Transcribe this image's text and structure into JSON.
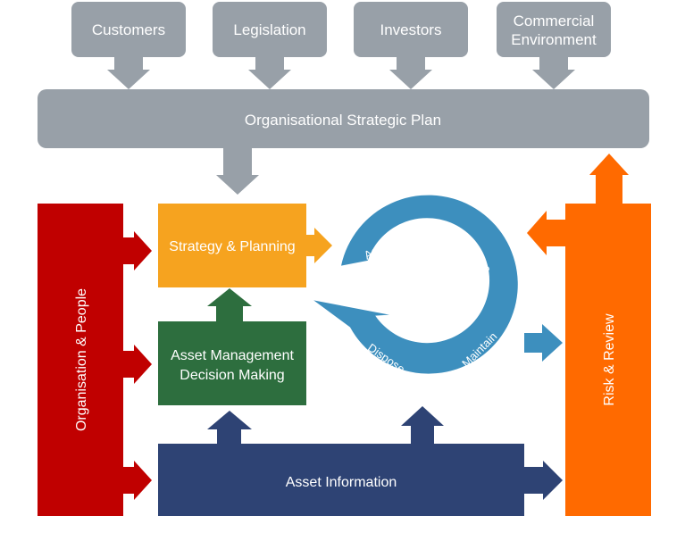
{
  "inputs": [
    {
      "id": "customers",
      "label": "Customers"
    },
    {
      "id": "legislation",
      "label": "Legislation"
    },
    {
      "id": "investors",
      "label": "Investors"
    },
    {
      "id": "commercial",
      "label_line1": "Commercial",
      "label_line2": "Environment"
    }
  ],
  "strategic_plan": {
    "label": "Organisational Strategic Plan"
  },
  "organisation": {
    "label": "Organisation & People"
  },
  "strategy": {
    "label": "Strategy & Planning"
  },
  "decision": {
    "label_line1": "Asset Management",
    "label_line2": "Decision Making"
  },
  "lifecycle": {
    "acquire": "Acquire",
    "operate": "Operate",
    "maintain": "Maintain",
    "dispose": "Dispose"
  },
  "information": {
    "label": "Asset Information"
  },
  "risk": {
    "label": "Risk & Review"
  },
  "colors": {
    "grey": "#98a0a8",
    "red": "#c00000",
    "orange_light": "#f6a31f",
    "green": "#2d6e3e",
    "blue_cycle": "#3d8fbe",
    "navy": "#2e4374",
    "orange": "#ff6a00"
  }
}
